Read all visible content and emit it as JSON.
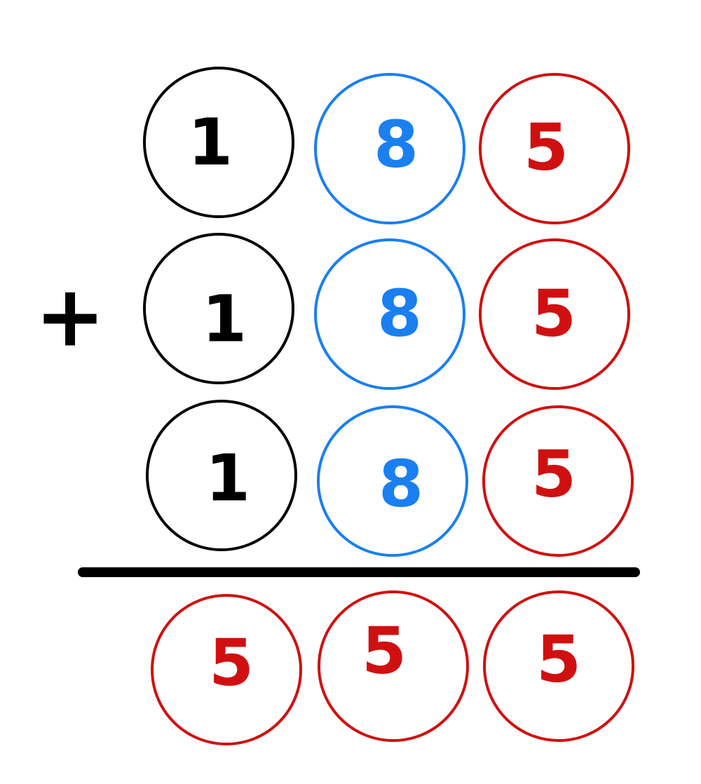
{
  "colors": {
    "black": "#000000",
    "blue": "#1a7ff0",
    "red": "#d01010",
    "background": "#ffffff"
  },
  "operator": "+",
  "addends": [
    [
      {
        "digit": "1",
        "color": "black"
      },
      {
        "digit": "8",
        "color": "blue"
      },
      {
        "digit": "5",
        "color": "red"
      }
    ],
    [
      {
        "digit": "1",
        "color": "black"
      },
      {
        "digit": "8",
        "color": "blue"
      },
      {
        "digit": "5",
        "color": "red"
      }
    ],
    [
      {
        "digit": "1",
        "color": "black"
      },
      {
        "digit": "8",
        "color": "blue"
      },
      {
        "digit": "5",
        "color": "red"
      }
    ]
  ],
  "sum": [
    {
      "digit": "5",
      "color": "red"
    },
    {
      "digit": "5",
      "color": "red"
    },
    {
      "digit": "5",
      "color": "red"
    }
  ]
}
